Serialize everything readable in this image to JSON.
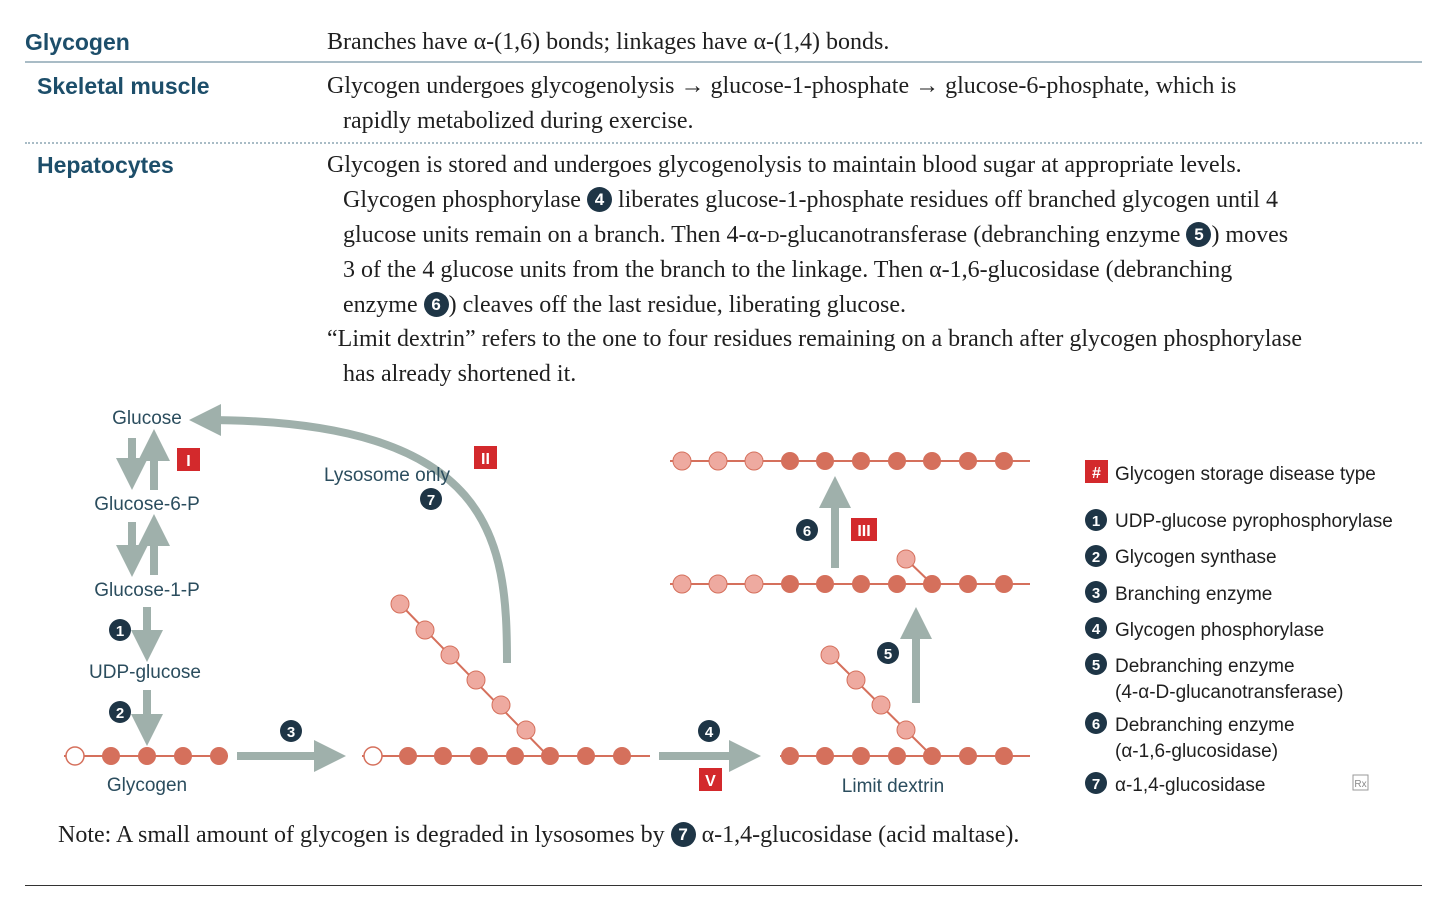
{
  "rows": [
    {
      "heading": "Glycogen",
      "lines": [
        "Branches have α-(1,6) bonds; linkages have α-(1,4) bonds."
      ]
    },
    {
      "heading": "Skeletal muscle",
      "lines": [
        "Glycogen undergoes glycogenolysis → glucose-1-phosphate → glucose-6-phosphate, which is",
        "rapidly metabolized during exercise."
      ]
    },
    {
      "heading": "Hepatocytes",
      "lines": [
        "Glycogen is stored and undergoes glycogenolysis to maintain blood sugar at appropriate levels.",
        [
          "Glycogen phosphorylase ",
          "4",
          " liberates glucose-1-phosphate residues off branched glycogen until 4"
        ],
        [
          "glucose units remain on a branch. Then 4-α-",
          "D",
          "-glucanotransferase (debranching enzyme ",
          "5",
          ") moves"
        ],
        "3 of the 4 glucose units from the branch to the linkage. Then α-1,6-glucosidase (debranching",
        [
          "enzyme ",
          "6",
          ") cleaves off the last residue, liberating glucose."
        ],
        "“Limit dextrin” refers to the one to four residues remaining on a branch after glycogen phosphorylase",
        "has already shortened it."
      ]
    }
  ],
  "diagram": {
    "labels": {
      "glucose": "Glucose",
      "g6p": "Glucose-6-P",
      "g1p": "Glucose-1-P",
      "udp": "UDP-glucose",
      "glycogen": "Glycogen",
      "lysosome": "Lysosome only",
      "limit_dextrin": "Limit dextrin"
    },
    "step_numbers": {
      "s1": "1",
      "s2": "2",
      "s3": "3",
      "s4": "4",
      "s5": "5",
      "s6": "6",
      "s7": "7"
    },
    "disease_badges": {
      "I": "I",
      "II": "II",
      "III": "III",
      "V": "V"
    },
    "colors": {
      "arrow": "#9fb0ab",
      "residue": "#d5705c",
      "residue_light": "#eeaaa0",
      "badge": "#d3292c",
      "num": "#1e3546"
    }
  },
  "legend": {
    "title_badge": "#",
    "title": "Glycogen storage disease type",
    "items": [
      {
        "num": "1",
        "lines": [
          "UDP-glucose pyrophosphorylase"
        ]
      },
      {
        "num": "2",
        "lines": [
          "Glycogen synthase"
        ]
      },
      {
        "num": "3",
        "lines": [
          "Branching enzyme"
        ]
      },
      {
        "num": "4",
        "lines": [
          "Glycogen phosphorylase"
        ]
      },
      {
        "num": "5",
        "lines": [
          "Debranching enzyme",
          "(4-α-D-glucanotransferase)"
        ]
      },
      {
        "num": "6",
        "lines": [
          "Debranching enzyme",
          "(α-1,6-glucosidase)"
        ]
      },
      {
        "num": "7",
        "lines": [
          "α-1,4-glucosidase"
        ]
      }
    ],
    "rx_icon": "Rx"
  },
  "note": {
    "prefix": "Note: A small amount of glycogen is degraded in lysosomes by ",
    "num": "7",
    "suffix": " α-1,4-glucosidase (acid maltase)."
  }
}
